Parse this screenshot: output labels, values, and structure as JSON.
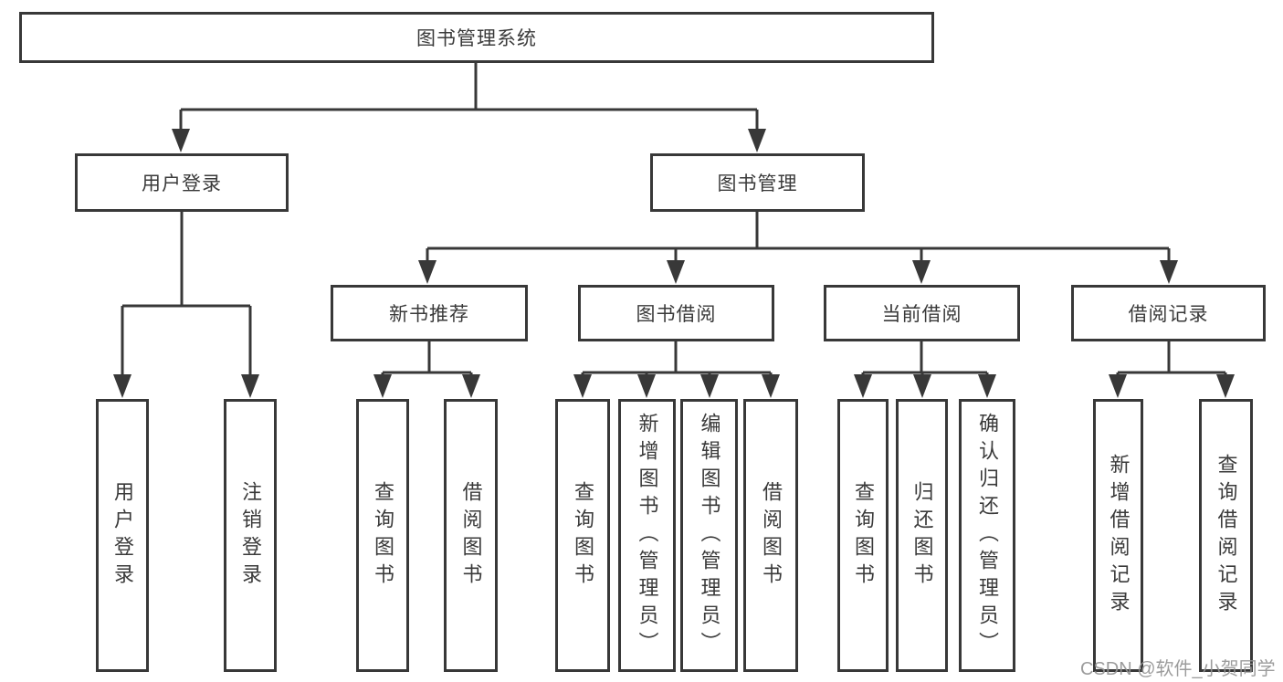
{
  "diagram": {
    "root": {
      "label": "图书管理系统"
    },
    "branches": [
      {
        "label": "用户登录",
        "children": [
          {
            "label": "用户登录"
          },
          {
            "label": "注销登录"
          }
        ]
      },
      {
        "label": "图书管理",
        "children": [
          {
            "label": "新书推荐",
            "children": [
              {
                "label": "查询图书"
              },
              {
                "label": "借阅图书"
              }
            ]
          },
          {
            "label": "图书借阅",
            "children": [
              {
                "label": "查询图书"
              },
              {
                "label": "新增图书（管理员）"
              },
              {
                "label": "编辑图书（管理员）"
              },
              {
                "label": "借阅图书"
              }
            ]
          },
          {
            "label": "当前借阅",
            "children": [
              {
                "label": "查询图书"
              },
              {
                "label": "归还图书"
              },
              {
                "label": "确认归还（管理员）"
              }
            ]
          },
          {
            "label": "借阅记录",
            "children": [
              {
                "label": "新增借阅记录"
              },
              {
                "label": "查询借阅记录"
              }
            ]
          }
        ]
      }
    ]
  },
  "watermark": {
    "text": "CSDN @软件_小贺同学"
  },
  "colors": {
    "line": "#383838",
    "text": "#3a3a3a",
    "watermark": "#949494",
    "background": "#ffffff"
  }
}
